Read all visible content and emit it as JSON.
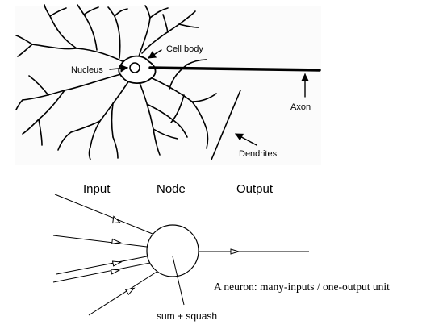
{
  "neuron_sketch": {
    "labels": {
      "cell_body": "Cell body",
      "nucleus": "Nucleus",
      "axon": "Axon",
      "dendrites": "Dendrites"
    }
  },
  "node_diagram": {
    "headers": {
      "input": "Input",
      "node": "Node",
      "output": "Output"
    },
    "node_label": "sum + squash",
    "input_count": 5,
    "output_count": 1
  },
  "caption": "A neuron: many-inputs / one-output unit"
}
